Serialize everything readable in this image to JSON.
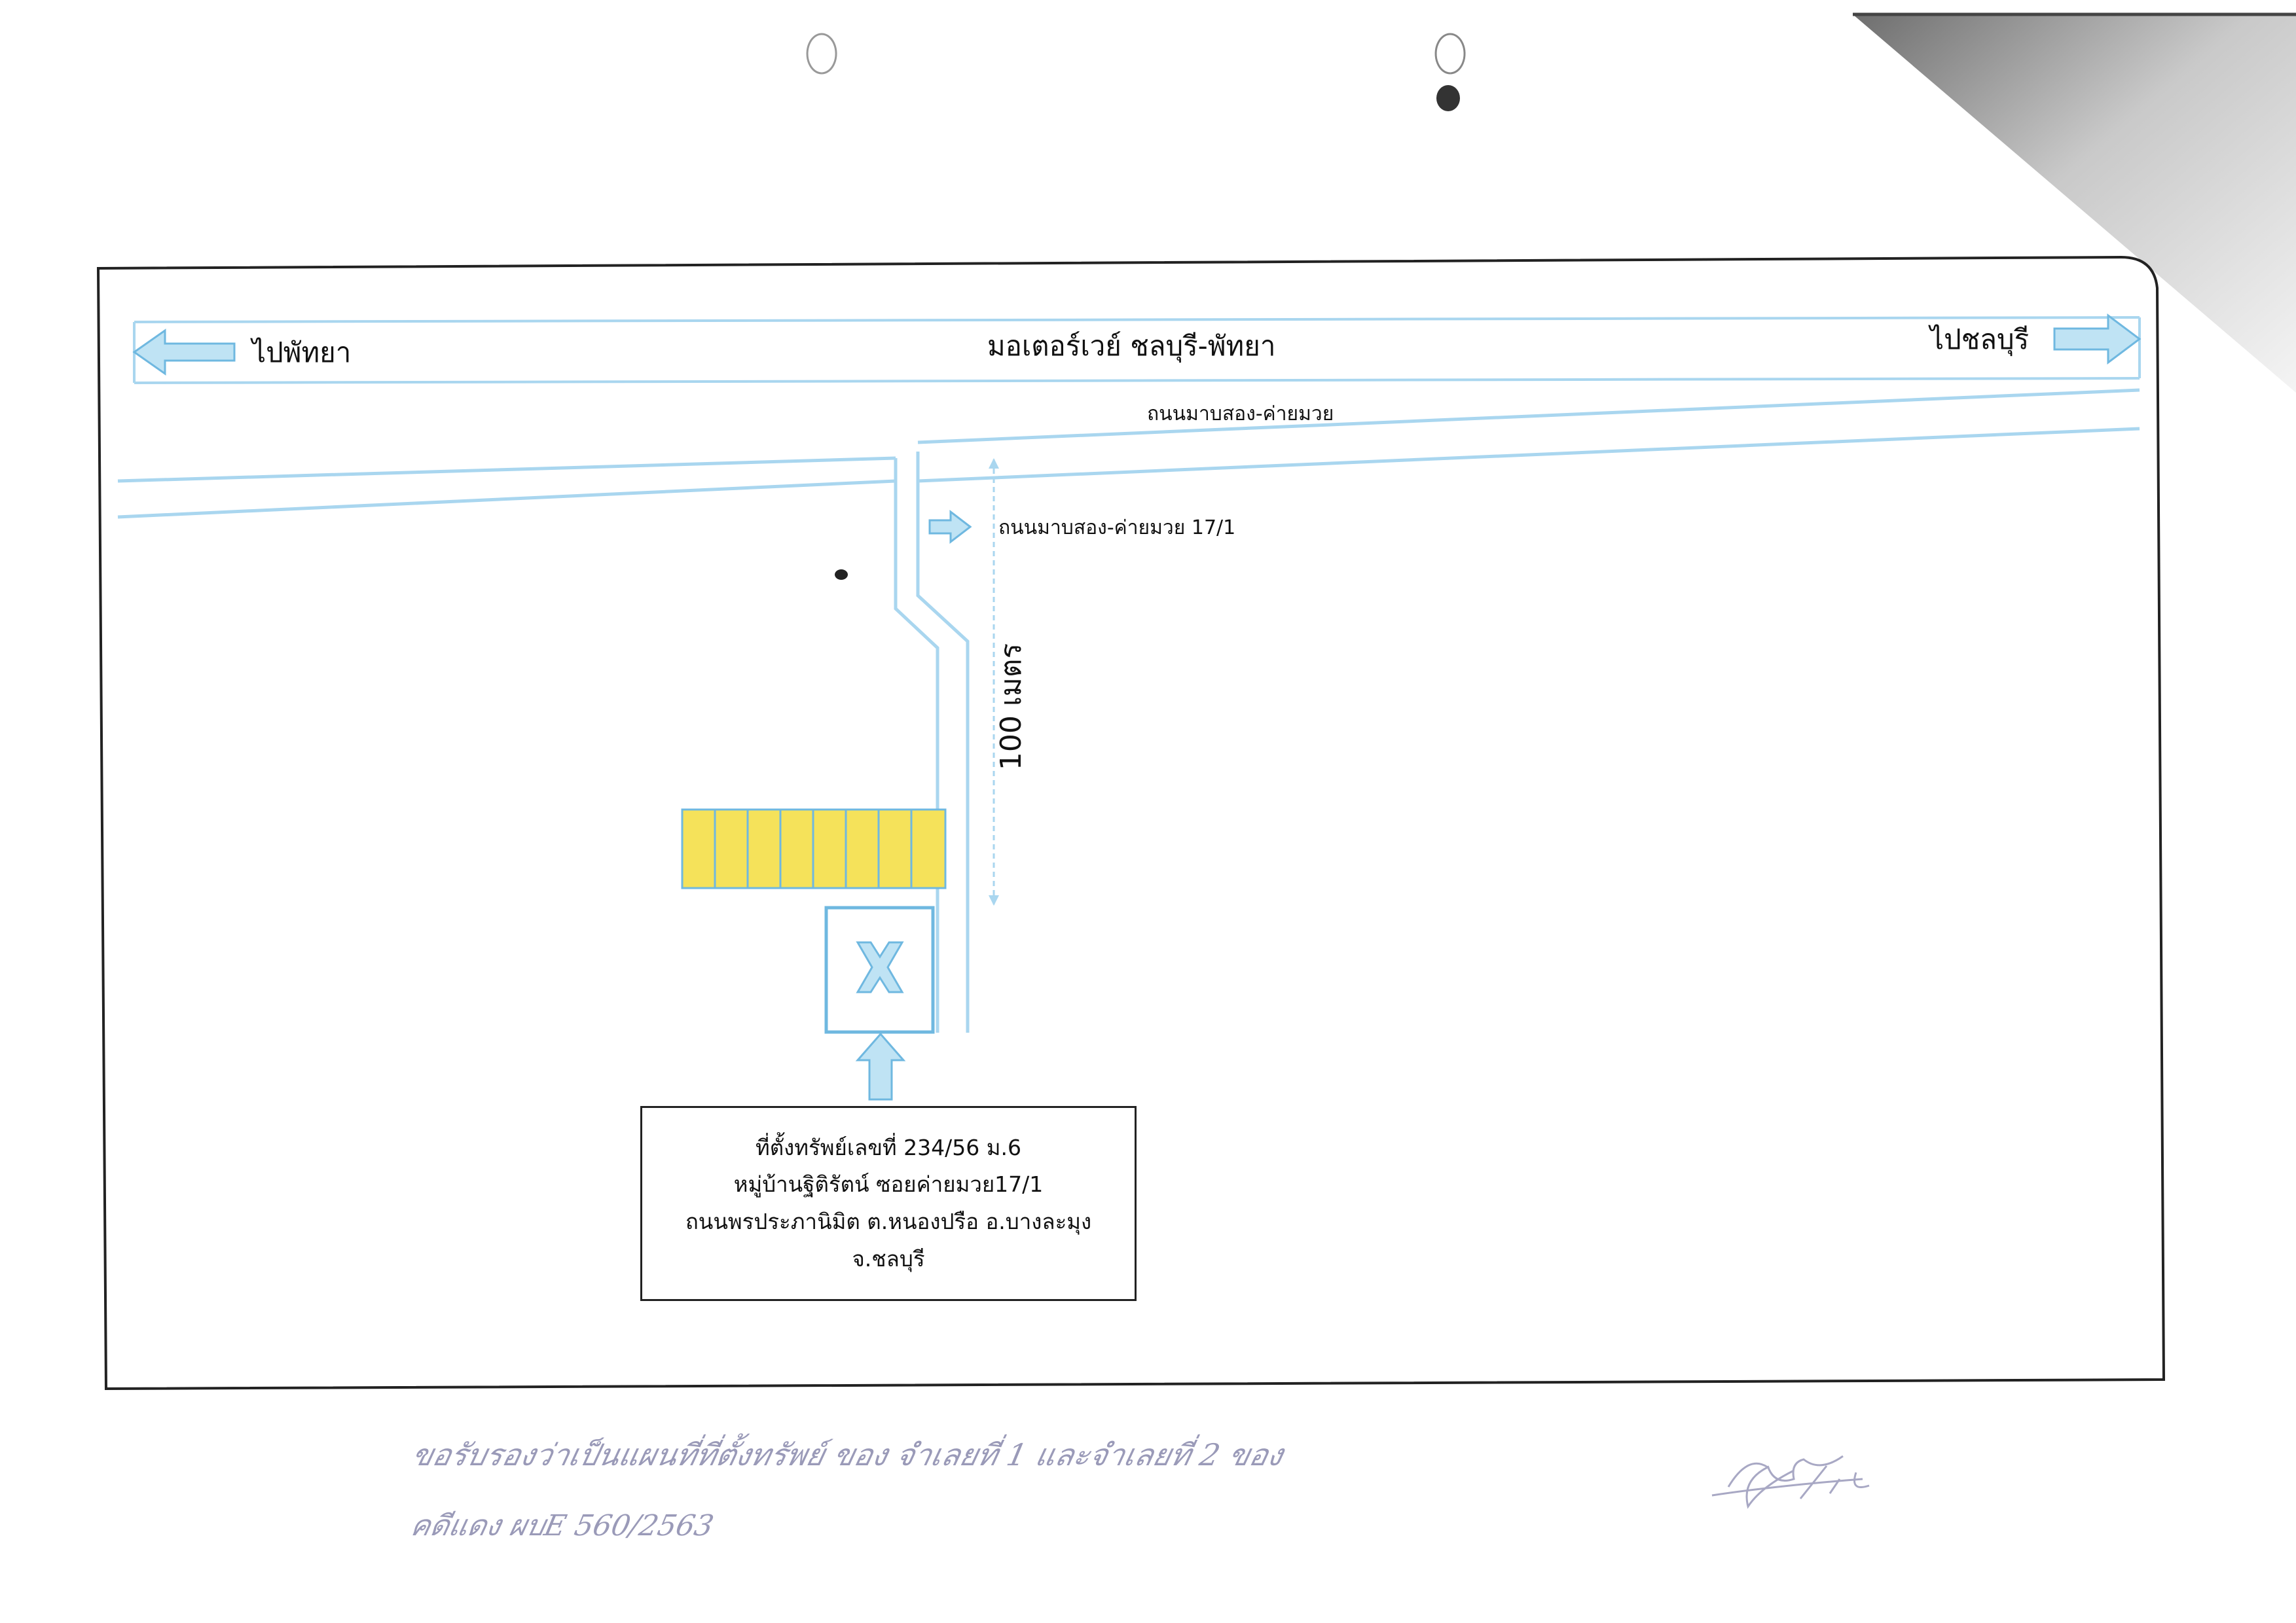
{
  "map": {
    "motorway_label": "มอเตอร์เวย์ ชลบุรี-พัทยา",
    "to_pattaya_label": "ไปพัทยา",
    "to_chonburi_label": "ไปชลบุรี",
    "frontage_road_label": "ถนนมาบสอง-ค่ายมวย",
    "soi_label": "ถนนมาบสอง-ค่ายมวย 17/1",
    "distance_label": "100 เมตร",
    "road_color": "#a9d6ef",
    "arrow_fill": "#bfe3f4",
    "building_fill": "#f5e25a",
    "marker_color": "#6fb8e0"
  },
  "address": {
    "line1": "ที่ตั้งทรัพย์เลขที่ 234/56 ม.6",
    "line2": "หมู่บ้านฐิติรัตน์ ซอยค่ายมวย17/1",
    "line3": "ถนนพรประภานิมิต ต.หนองปรือ อ.บางละมุง",
    "line4": "จ.ชลบุรี"
  },
  "handwriting": {
    "note_line1": "ขอรับรองว่าเป็นแผนที่ที่ตั้งทรัพย์ ของ จำเลยที่ 1 และจำเลยที่ 2 ของ",
    "note_line2": "คดีแดง ผบE 560/2563"
  }
}
